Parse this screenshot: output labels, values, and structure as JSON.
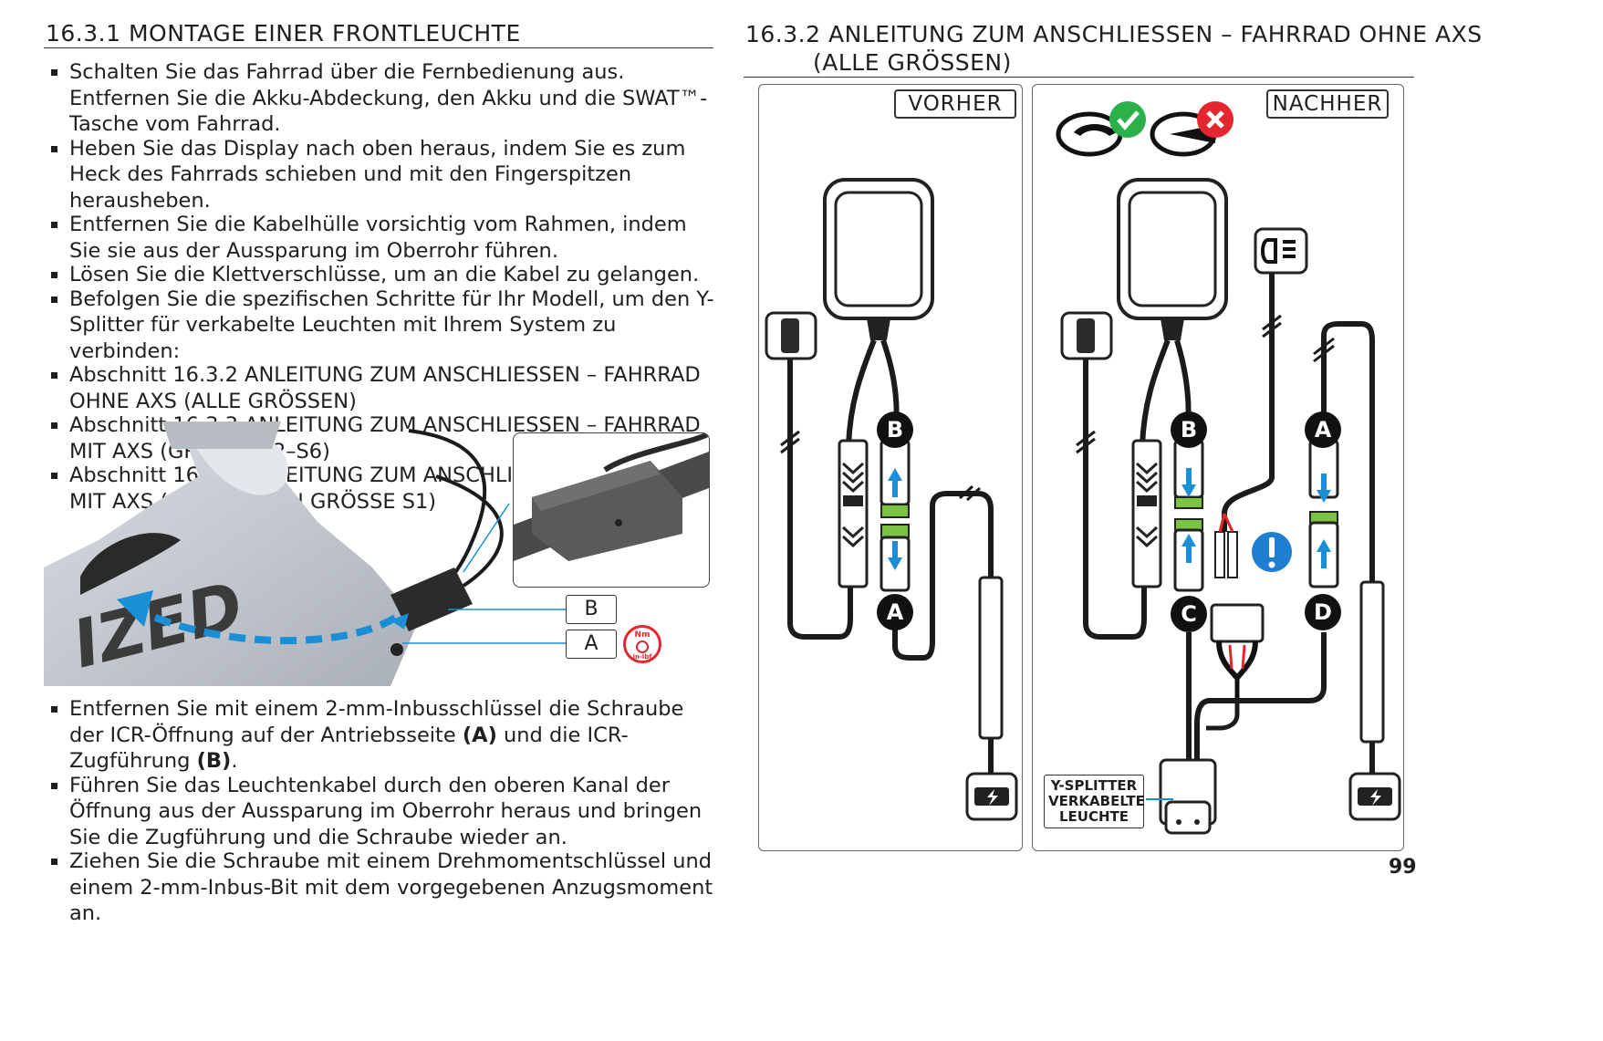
{
  "left": {
    "heading": "16.3.1 MONTAGE EINER FRONTLEUCHTE",
    "bullets_top": [
      "Schalten Sie das Fahrrad über die Fernbedienung aus. Entfernen Sie die Akku-Abdeckung, den Akku und die SWAT™-Tasche vom Fahrrad.",
      "Heben Sie das Display nach oben heraus, indem Sie es zum Heck des Fahrrads schieben und mit den Fingerspitzen herausheben.",
      "Entfernen Sie die Kabelhülle vorsichtig vom Rahmen, indem Sie sie aus der Aussparung im Oberrohr führen.",
      "Lösen Sie die Klettverschlüsse, um an die Kabel zu gelangen.",
      "Befolgen Sie die spezifischen Schritte für Ihr Modell, um den Y-Splitter für verkabelte Leuchten mit Ihrem System zu verbinden:",
      "Abschnitt 16.3.2 ANLEITUNG ZUM ANSCHLIESSEN – FAHRRAD OHNE AXS (ALLE GRÖSSEN)",
      "Abschnitt 16.3.3 ANLEITUNG ZUM ANSCHLIESSEN – FAHRRAD MIT AXS (GRÖSSE S2–S6)",
      "Abschnitt 16.3.4 ANLEITUNG ZUM ANSCHLIESSEN – FAHRRAD MIT AXS (ALU-RAHMEN GRÖSSE S1)"
    ],
    "figure": {
      "callout_b": "B",
      "callout_a": "A",
      "torque_top": "Nm",
      "torque_bottom": "in-lbf",
      "frame_text": "IZED"
    },
    "bullet_bottom_1_pre": "Entfernen Sie mit einem 2-mm-Inbusschlüssel die Schraube der ICR-Öffnung auf der Antriebsseite ",
    "bullet_bottom_1_a": "(A)",
    "bullet_bottom_1_mid": " und die ICR-Zugführung ",
    "bullet_bottom_1_b": "(B)",
    "bullet_bottom_1_end": ".",
    "bullet_bottom_2": "Führen Sie das Leuchtenkabel durch den oberen Kanal der Öffnung aus der Aussparung im Oberrohr heraus und bringen Sie die Zugführung und die Schraube wieder an.",
    "bullet_bottom_3": "Ziehen Sie die Schraube mit einem Drehmomentschlüssel und einem 2-mm-Inbus-Bit mit dem vorgegebenen Anzugsmoment an."
  },
  "right": {
    "heading_line1": "16.3.2 ANLEITUNG ZUM ANSCHLIESSEN – FAHRRAD OHNE AXS",
    "heading_line2": "(ALLE GRÖSSEN)",
    "panel_before_label": "VORHER",
    "panel_after_label": "NACHHER",
    "labels": {
      "A": "A",
      "B": "B",
      "C": "C",
      "D": "D"
    },
    "y_splitter_label": [
      "Y-SPLITTER",
      "VERKABELTE",
      "LEUCHTE"
    ]
  },
  "colors": {
    "accent_blue": "#1a8fd8",
    "check_green": "#2bb04a",
    "cross_red": "#e3262f",
    "info_blue": "#1e7fd0",
    "connector_green": "#7cc242"
  },
  "page_number": "99"
}
